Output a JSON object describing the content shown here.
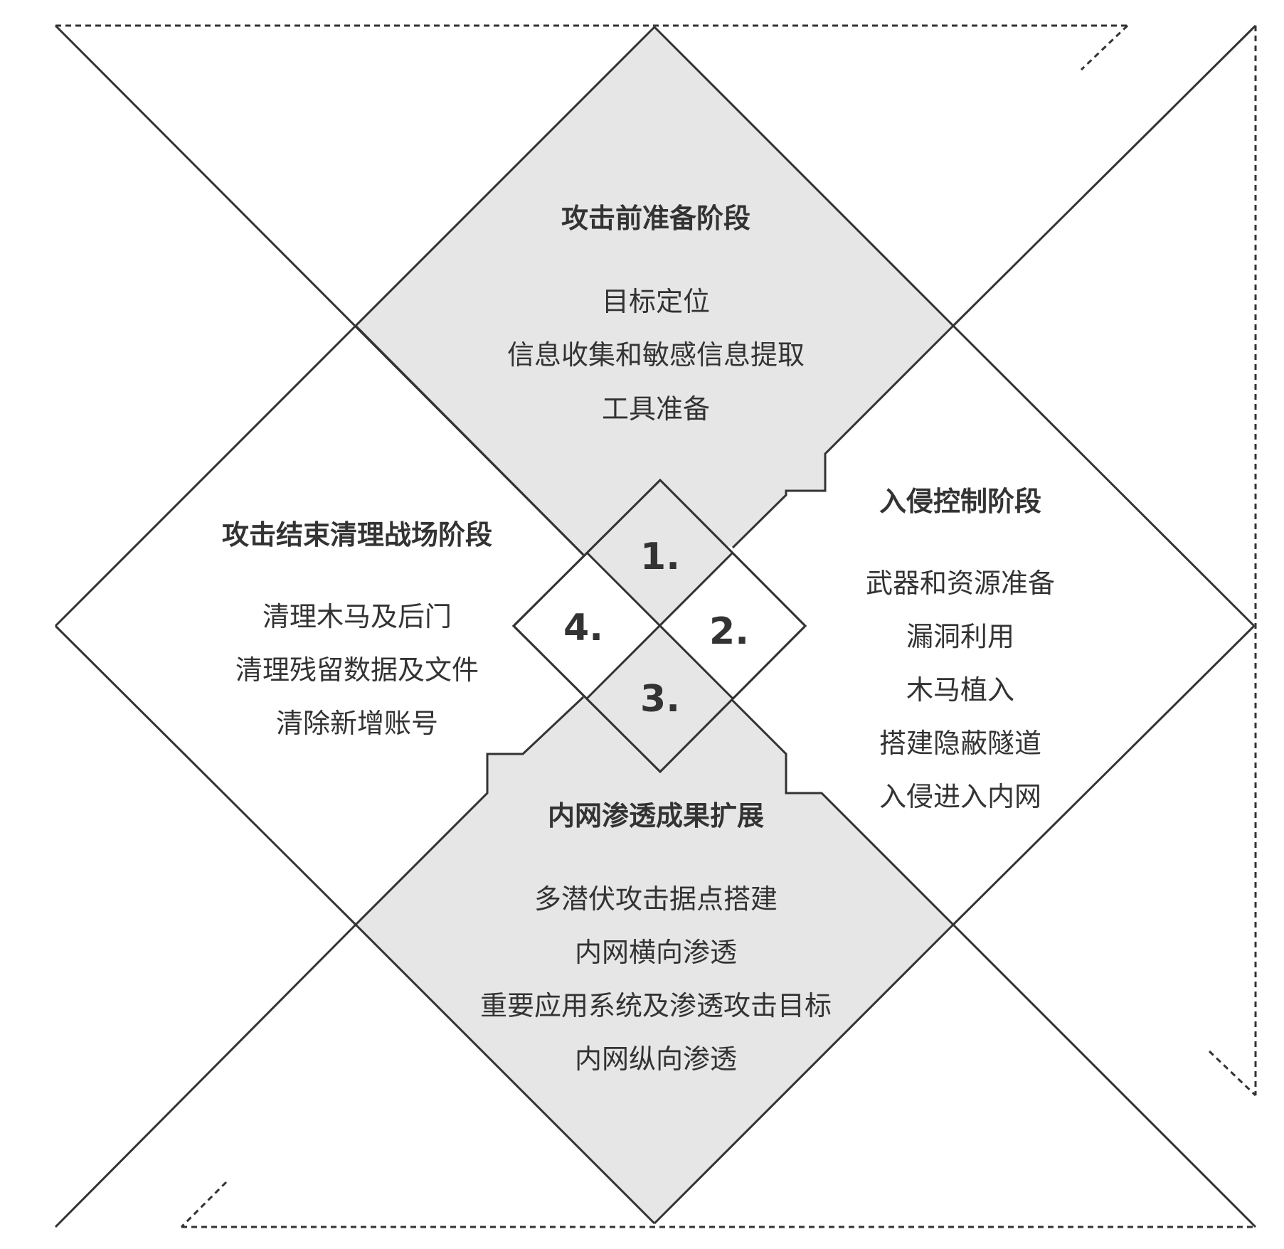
{
  "colors": {
    "line": "#333333",
    "phase_fill": "#e6e6e6",
    "background": "#ffffff"
  },
  "phases": [
    {
      "number": "1.",
      "title": "攻击前准备阶段",
      "items": [
        "目标定位",
        "信息收集和敏感信息提取",
        "工具准备"
      ]
    },
    {
      "number": "2.",
      "title": "入侵控制阶段",
      "items": [
        "武器和资源准备",
        "漏洞利用",
        "木马植入",
        "搭建隐蔽隧道",
        "入侵进入内网"
      ]
    },
    {
      "number": "3.",
      "title": "内网渗透成果扩展",
      "items": [
        "多潜伏攻击据点搭建",
        "内网横向渗透",
        "重要应用系统及渗透攻击目标",
        "内网纵向渗透"
      ]
    },
    {
      "number": "4.",
      "title": "攻击结束清理战场阶段",
      "items": [
        "清理木马及后门",
        "清理残留数据及文件",
        "清除新增账号"
      ]
    }
  ]
}
